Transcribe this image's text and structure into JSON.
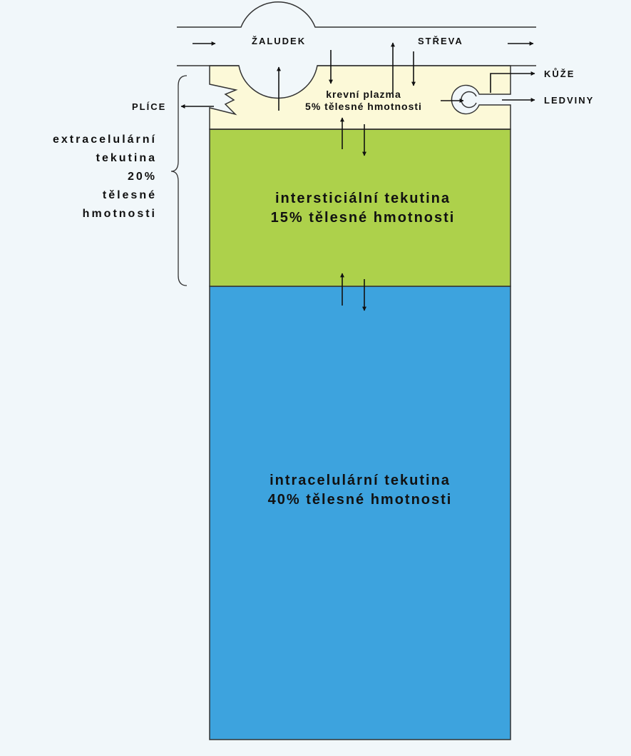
{
  "labels": {
    "stomach": "ŽALUDEK",
    "intestine": "STŘEVA",
    "skin": "KŮŽE",
    "kidneys": "LEDVINY",
    "lungs": "PLÍCE"
  },
  "compartments": {
    "plasma": {
      "name": "krevní plazma",
      "share": "5% tělesné hmotnosti",
      "color": "#fcf9d8"
    },
    "interstitial": {
      "name": "intersticiální tekutina",
      "share": "15% tělesné hmotnosti",
      "color": "#add14b"
    },
    "intracellular": {
      "name": "intracelulární tekutina",
      "share": "40% tělesné hmotnosti",
      "color": "#3da3de"
    }
  },
  "extracellular": {
    "lines": [
      "extracelulární",
      "tekutina",
      "20%",
      "tělesné",
      "hmotnosti"
    ]
  },
  "colors": {
    "background": "#f1f7fa",
    "outline": "#333333",
    "arrow": "#111111"
  }
}
